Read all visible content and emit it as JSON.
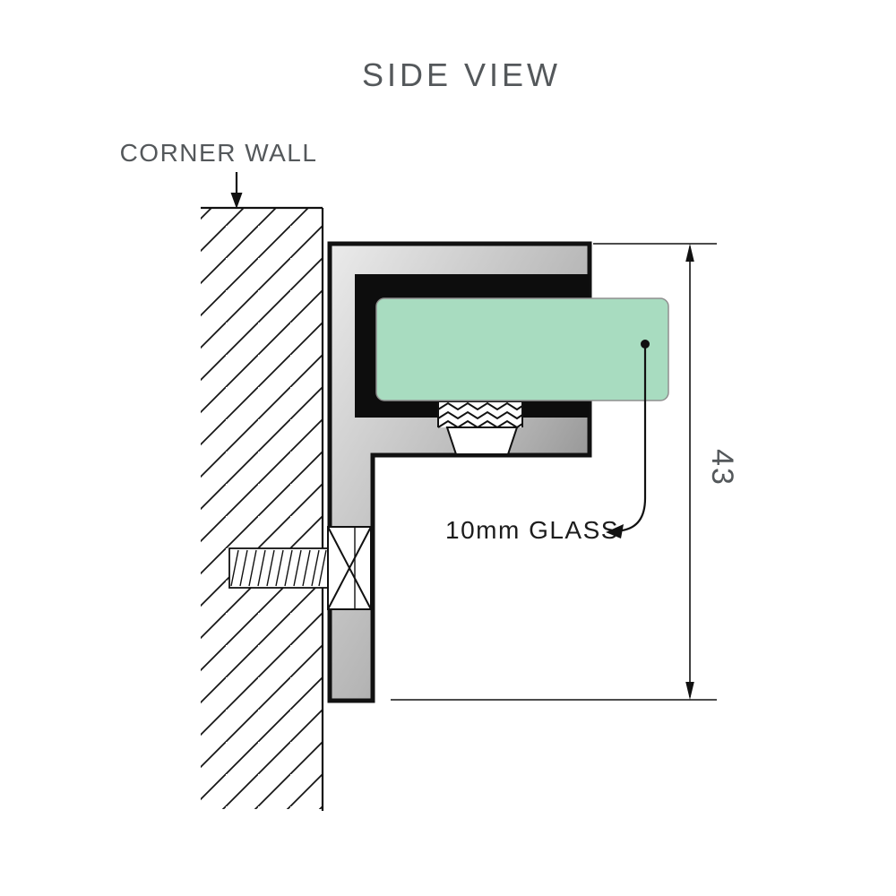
{
  "title": "SIDE VIEW",
  "diagram": {
    "corner_wall_label": "CORNER WALL",
    "glass_label": "10mm GLASS",
    "dimension_value": "43"
  },
  "colors": {
    "background": "#ffffff",
    "glass_fill": "#a8dcc0",
    "glass_stroke": "#8f8f8f",
    "metal_light": "#ebebeb",
    "metal_mid": "#b5b5b5",
    "metal_dark": "#6e6e6e",
    "gasket_black": "#0d0d0d",
    "outline": "#111111",
    "text_gray": "#54585b",
    "text_dark": "#1c1c1c"
  }
}
